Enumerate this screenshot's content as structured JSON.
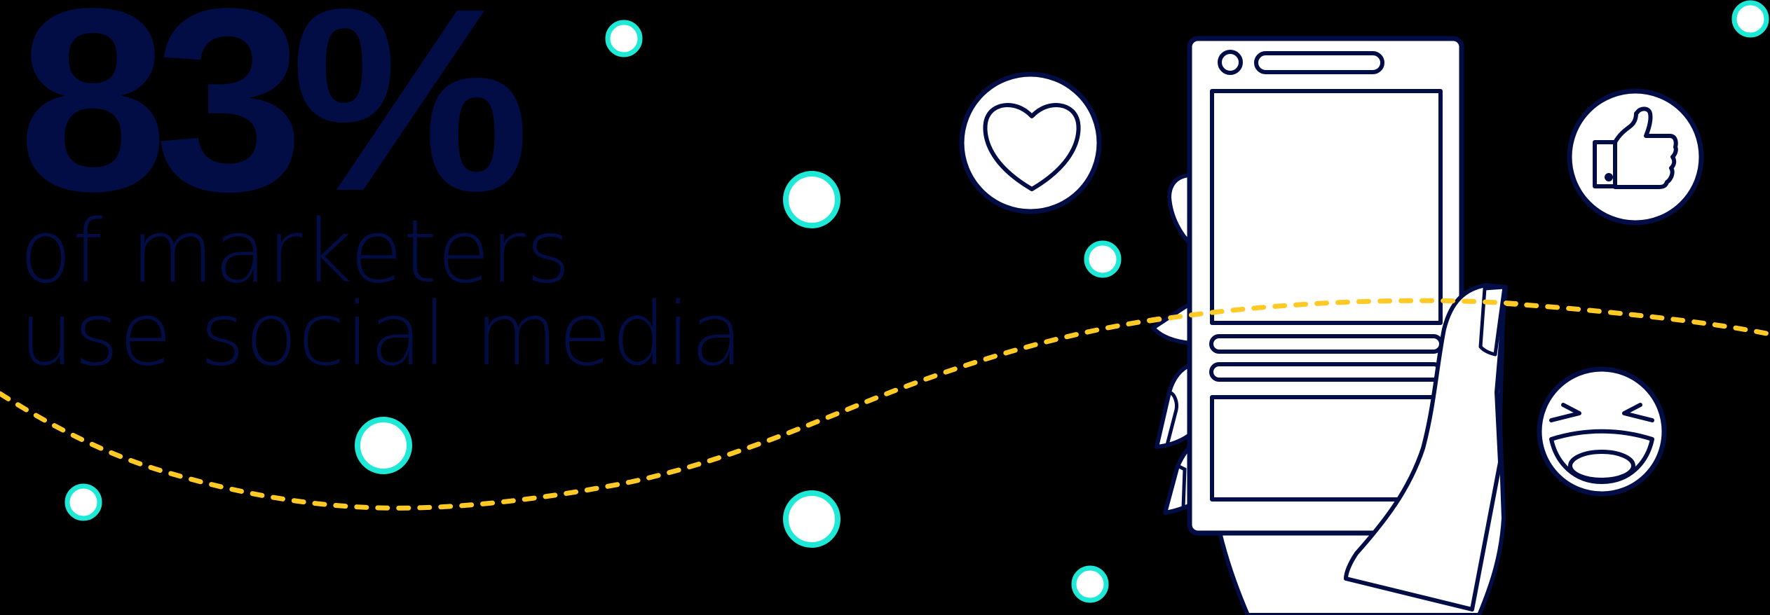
{
  "stat": {
    "value": "83%",
    "line1": "of marketers",
    "line2": "use social media"
  },
  "colors": {
    "background": "#000000",
    "text_navy": "#020C45",
    "outline_navy": "#020C45",
    "dot_ring": "#1DE9D6",
    "dot_fill": "#FFFFFF",
    "dashed_path": "#FFC926",
    "illustration_fill": "#FFFFFF"
  },
  "icons": [
    {
      "name": "heart-icon",
      "label": "heart"
    },
    {
      "name": "thumbs-up-icon",
      "label": "like"
    },
    {
      "name": "laughing-face-icon",
      "label": "laughing emoji"
    }
  ],
  "illustration": {
    "subject": "hand holding smartphone with social feed"
  }
}
